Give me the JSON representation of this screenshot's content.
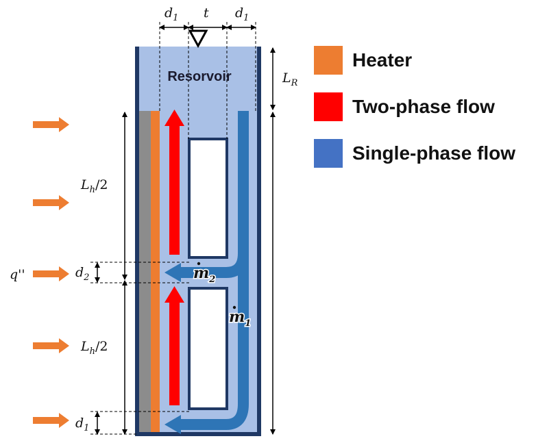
{
  "reservoir_label": "Resorvoir",
  "labels": {
    "d1_top_left": "d",
    "d1_top_left_sub": "1",
    "t_top": "t",
    "d1_top_right": "d",
    "d1_top_right_sub": "1",
    "LR": "L",
    "LR_sub": "R",
    "Lh_half_upper": "L",
    "Lh_half_upper_sub": "h",
    "Lh_half_upper_suffix": "/2",
    "Lh_half_lower": "L",
    "Lh_half_lower_sub": "h",
    "Lh_half_lower_suffix": "/2",
    "q_flux": "q''",
    "d2": "d",
    "d2_sub": "2",
    "d1_bottom": "d",
    "d1_bottom_sub": "1",
    "m_dot_2": "m",
    "m_dot_2_sub": "2",
    "m_dot_1": "m",
    "m_dot_1_sub": "1"
  },
  "legend": [
    {
      "label": "Heater",
      "color": "#ED7D31"
    },
    {
      "label": "Two-phase flow",
      "color": "#FF0000"
    },
    {
      "label": "Single-phase flow",
      "color": "#4472C4"
    }
  ],
  "colors": {
    "vessel_outline": "#1F3864",
    "reservoir_fill": "#A9C0E6",
    "wall_gray": "#8C8C8C",
    "heater": "#ED7D31",
    "two_phase": "#FF0000",
    "single_phase": "#2E75B6",
    "heat_arrow": "#ED7D31"
  }
}
